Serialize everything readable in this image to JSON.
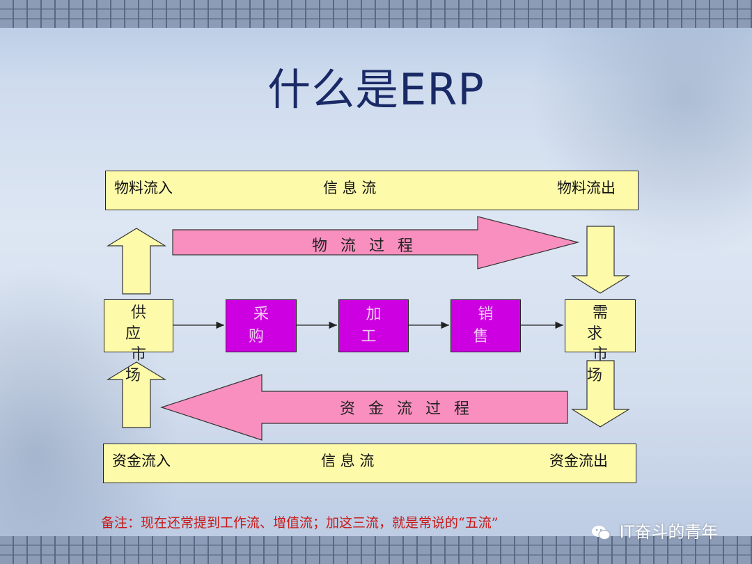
{
  "title": "什么是ERP",
  "top_band": {
    "left": "物料流入",
    "center": "信 息 流",
    "right": "物料流出"
  },
  "bottom_band": {
    "left": "资金流入",
    "center": "信 息 流",
    "right": "资金流出"
  },
  "arrows": {
    "material_flow": "物 流 过 程",
    "capital_flow": "资 金 流 过 程"
  },
  "boxes": {
    "supply_market": [
      "供 应",
      "市 场"
    ],
    "procurement": "采 购",
    "processing": "加 工",
    "sales": "销 售",
    "demand_market": [
      "需 求",
      "市 场"
    ]
  },
  "note": "备注：现在还常提到工作流、增值流；加这三流，就是常说的“五流”",
  "watermark": "IT奋斗的青年",
  "colors": {
    "band": "#fdfbaa",
    "purple_box": "#cc00e0",
    "pink_arrow": "#f98fbf",
    "yellow_arrow": "#fdfbaa",
    "title": "#1a2a66",
    "note": "#c81818"
  }
}
